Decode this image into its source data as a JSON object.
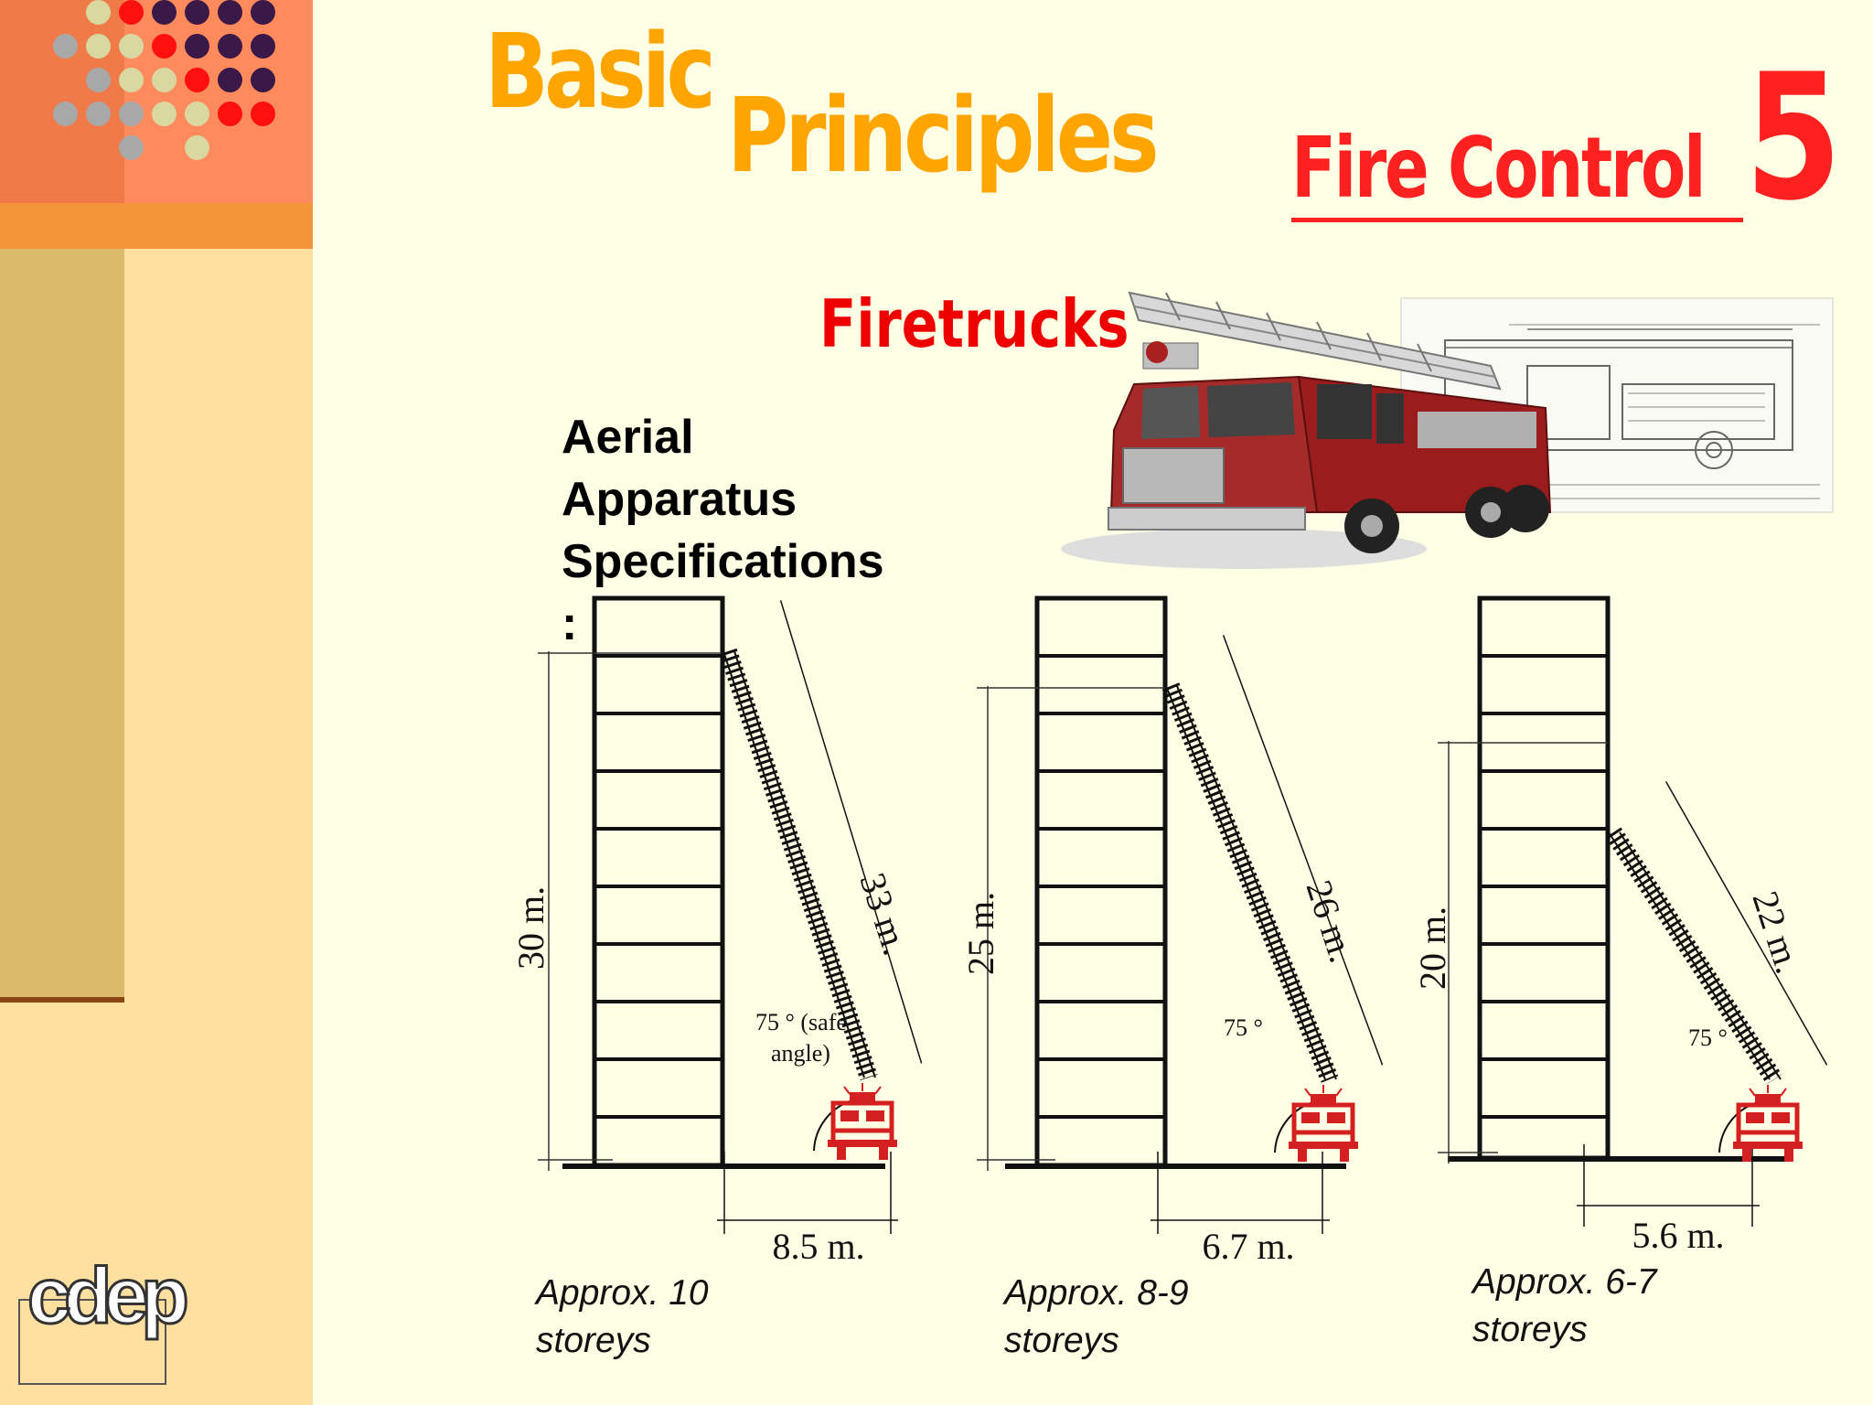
{
  "header": {
    "title_word1": "Basic",
    "title_word2": "Principles",
    "section_title": "Fire Control",
    "chapter_number": "5"
  },
  "subtitle": "Firetrucks",
  "heading": {
    "line1": "Aerial",
    "line2": "Apparatus",
    "line3": "Specifications",
    "line4": ":"
  },
  "diagrams": [
    {
      "height_label": "30 m.",
      "ladder_label": "33 m.",
      "distance_label": "8.5 m.",
      "angle_label_line1": "75 ° (safe",
      "angle_label_line2": "angle)",
      "caption_line1": "Approx. 10",
      "caption_line2": "storeys"
    },
    {
      "height_label": "25 m.",
      "ladder_label": "26 m.",
      "distance_label": "6.7 m.",
      "angle_label_line1": "75 °",
      "caption_line1": "Approx. 8-9",
      "caption_line2": "storeys"
    },
    {
      "height_label": "20 m.",
      "ladder_label": "22 m.",
      "distance_label": "5.6 m.",
      "angle_label_line1": "75 °",
      "caption_line1": "Approx. 6-7",
      "caption_line2": "storeys"
    }
  ],
  "logo": {
    "text": "cdep"
  },
  "colors": {
    "orange": "#FFA500",
    "red": "#FF2020",
    "truck_red": "#D42020",
    "background": "#FFFFE6"
  }
}
